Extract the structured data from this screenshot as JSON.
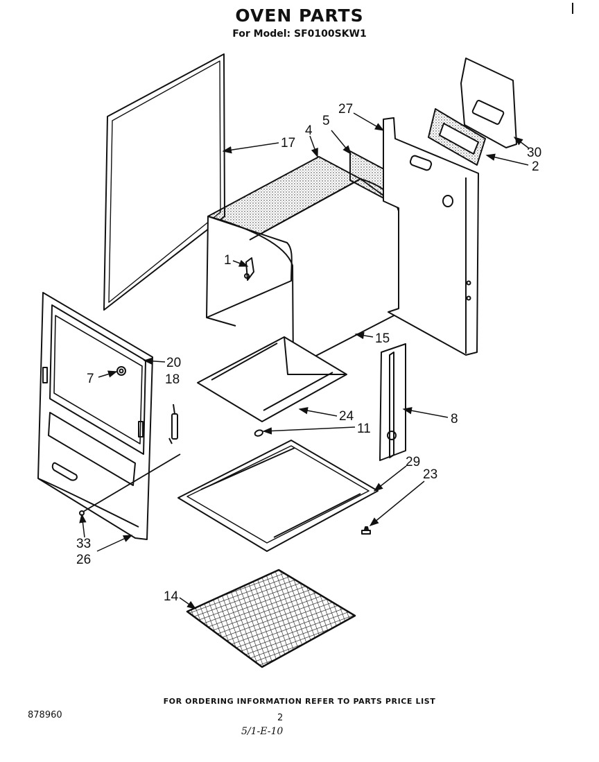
{
  "header": {
    "title": "OVEN PARTS",
    "subtitle": "For Model: SF0100SKW1"
  },
  "callouts": {
    "c1": "1",
    "c2": "2",
    "c4": "4",
    "c5": "5",
    "c7": "7",
    "c8": "8",
    "c11": "11",
    "c14": "14",
    "c15": "15",
    "c17": "17",
    "c18": "18",
    "c20": "20",
    "c23": "23",
    "c24": "24",
    "c26": "26",
    "c27": "27",
    "c29": "29",
    "c30": "30",
    "c33": "33"
  },
  "footer": {
    "ordering_info": "FOR ORDERING INFORMATION REFER TO PARTS PRICE LIST",
    "document_number": "878960",
    "page_number": "2",
    "handwritten_note": "5/1-E-10"
  }
}
